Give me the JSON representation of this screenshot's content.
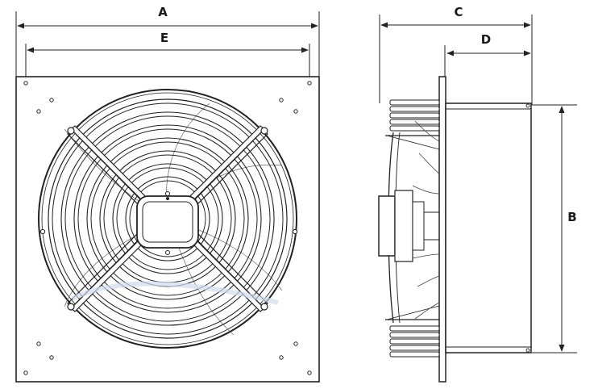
{
  "dimensions": {
    "a": "A",
    "e": "E",
    "c": "C",
    "d": "D",
    "b": "B"
  },
  "colors": {
    "line": "#222222",
    "plate": "#ffffff",
    "watermark": "#cfdcec"
  }
}
